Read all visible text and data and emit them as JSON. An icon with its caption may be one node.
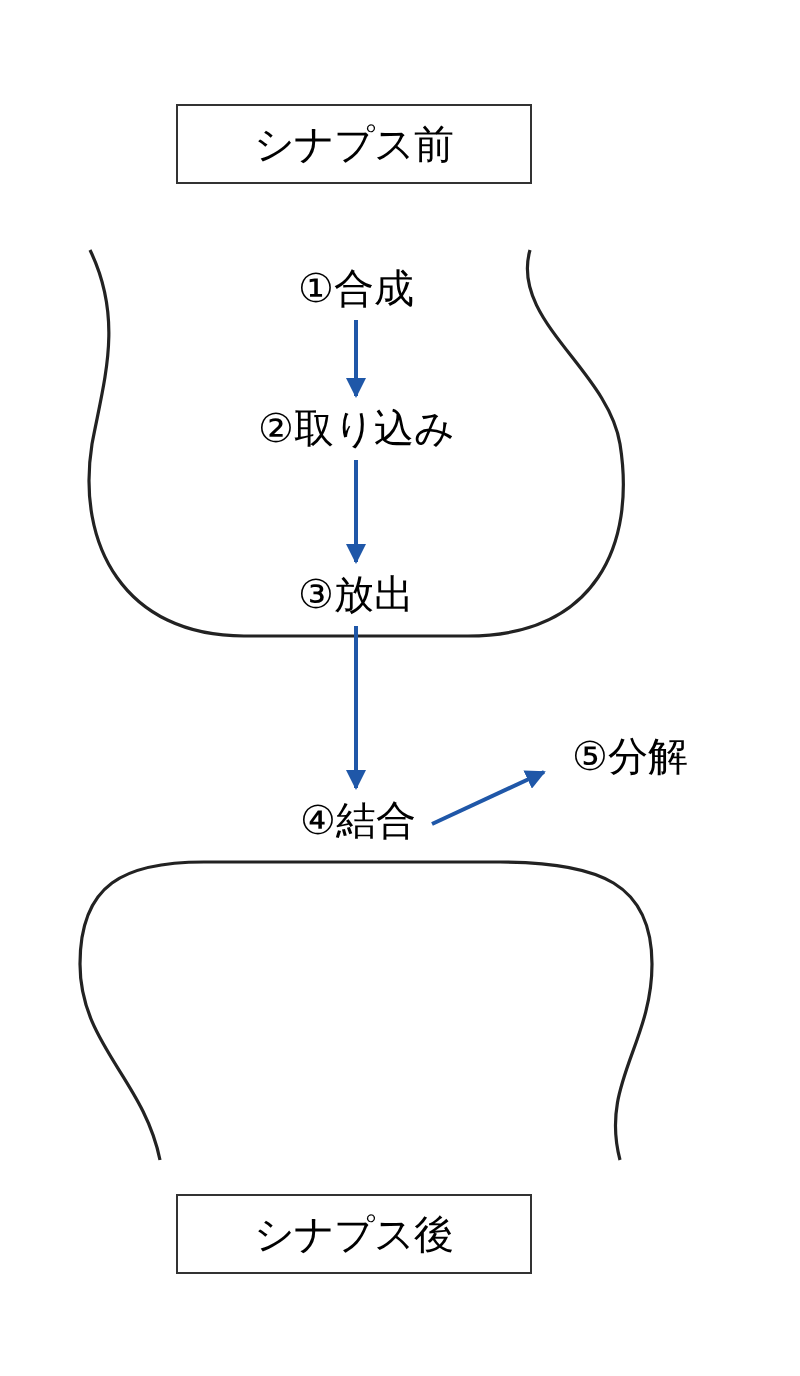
{
  "diagram": {
    "nodes": [
      {
        "text": [
          "シナプス前"
        ]
      },
      {
        "text": [
          "①合成"
        ]
      },
      {
        "text": [
          "②取り込み"
        ]
      },
      {
        "text": [
          "③放出"
        ]
      },
      {
        "text": [
          "④結合"
        ]
      },
      {
        "text": [
          "⑤分解"
        ]
      },
      {
        "text": [
          "シナプス後"
        ]
      }
    ],
    "edges": [
      {
        "from": 1,
        "to": 2,
        "arrow": "to"
      },
      {
        "from": 2,
        "to": 3,
        "arrow": "to"
      },
      {
        "from": 3,
        "to": 4,
        "arrow": "to"
      },
      {
        "from": 4,
        "to": 5,
        "arrow": "to"
      }
    ]
  }
}
